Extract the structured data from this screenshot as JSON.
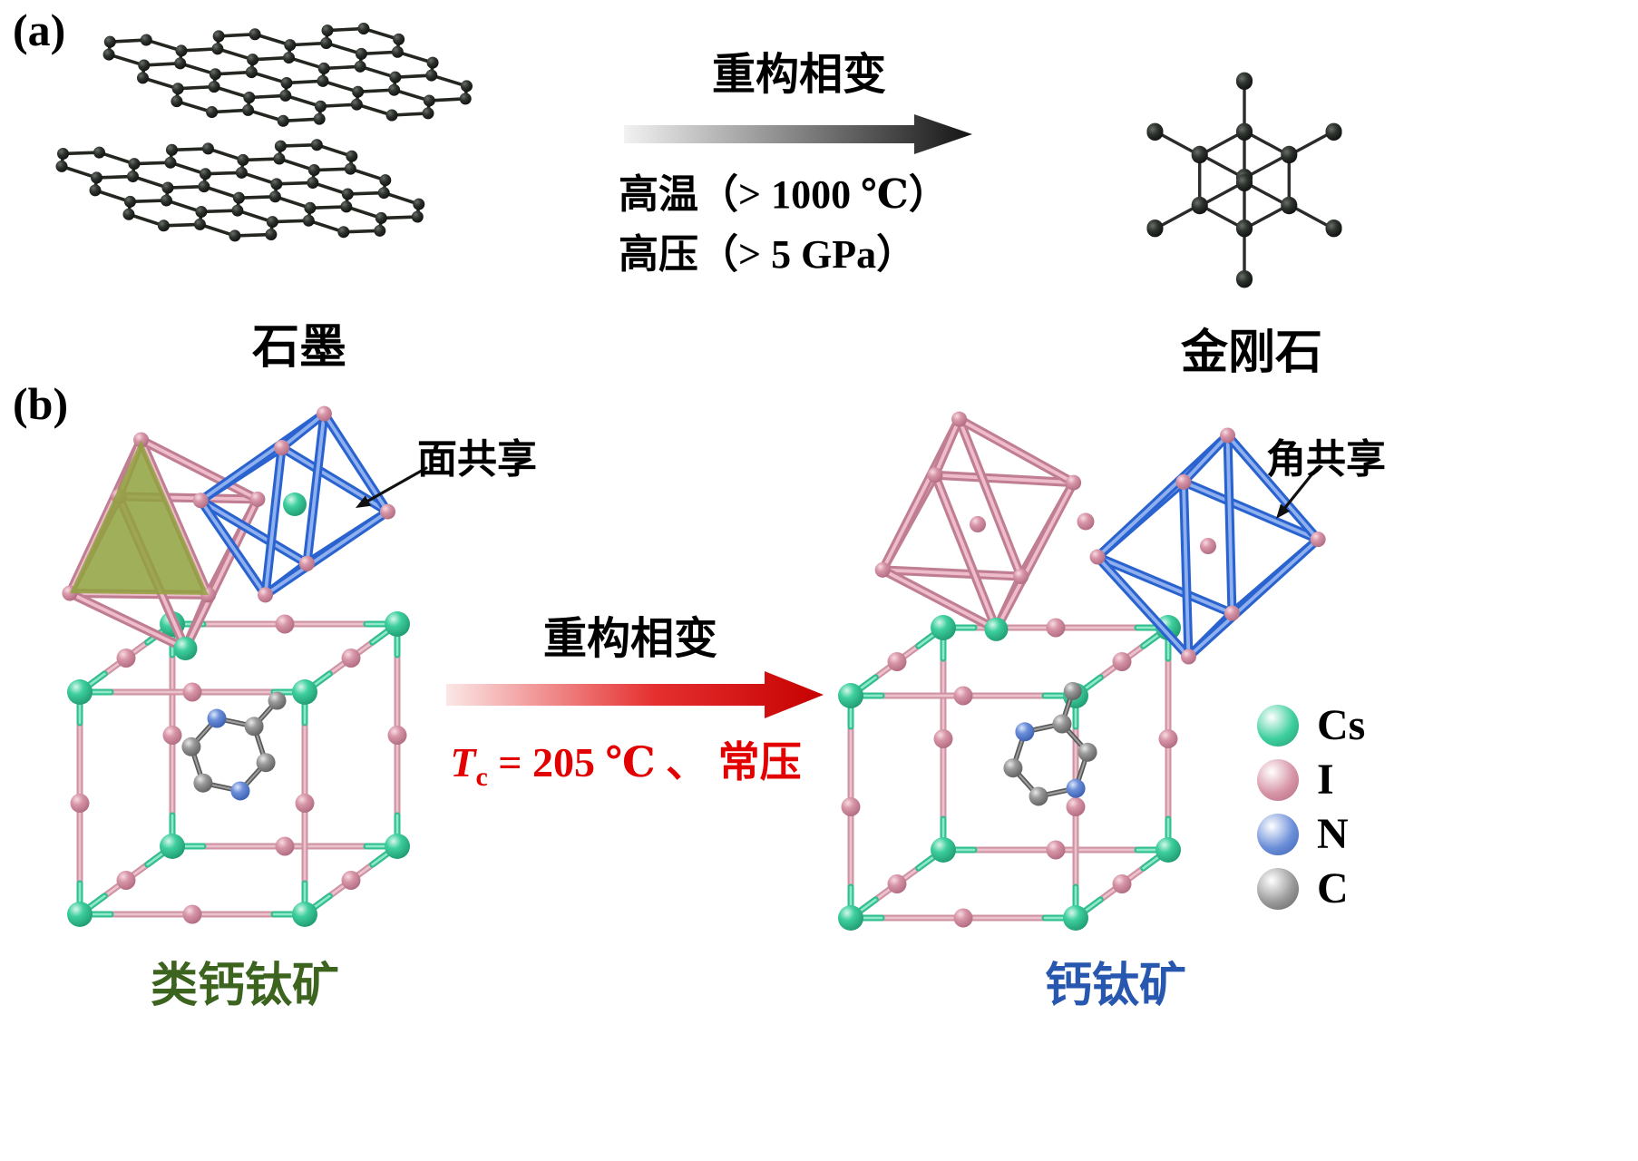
{
  "panel_a": {
    "label": "(a)",
    "graphite_caption": "石墨",
    "diamond_caption": "金刚石",
    "arrow_title": "重构相变",
    "condition_line1": "高温（> 1000 ℃）",
    "condition_line2": "高压（> 5 GPa）"
  },
  "panel_b": {
    "label": "(b)",
    "left_caption": "类钙钛矿",
    "left_caption_color": "#3c641e",
    "right_caption": "钙钛矿",
    "right_caption_color": "#2757ae",
    "arrow_title": "重构相变",
    "tc_symbol": "T",
    "tc_subscript": "c",
    "tc_rest": " = 205 ℃ 、 常压",
    "condition_color": "#e20000",
    "face_sharing_label": "面共享",
    "corner_sharing_label": "角共享"
  },
  "legend": {
    "items": [
      {
        "symbol": "Cs",
        "color": "#3ecf9e",
        "dark": "#1f9a71"
      },
      {
        "symbol": "I",
        "color": "#d795a7",
        "dark": "#b06a80"
      },
      {
        "symbol": "N",
        "color": "#6c8fd9",
        "dark": "#3a5fb0"
      },
      {
        "symbol": "C",
        "color": "#9a9a9a",
        "dark": "#5f5f5f"
      }
    ]
  }
}
